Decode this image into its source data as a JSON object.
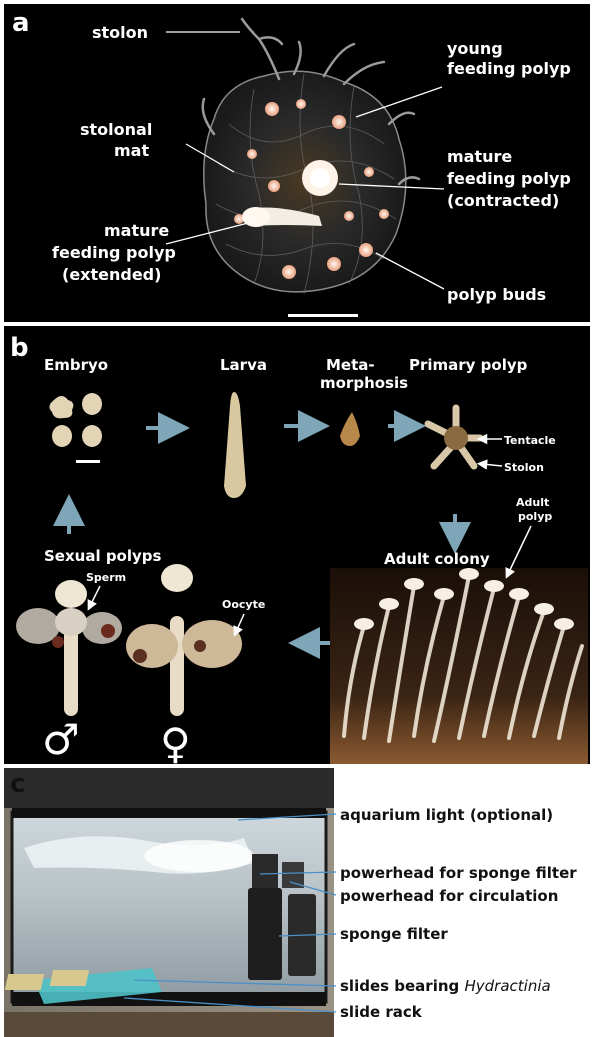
{
  "panel_a": {
    "letter": "a",
    "labels": {
      "stolon": "stolon",
      "young_1": "young",
      "young_2": "feeding polyp",
      "mat_1": "stolonal",
      "mat_2": "mat",
      "contracted_1": "mature",
      "contracted_2": "feeding polyp",
      "contracted_3": "(contracted)",
      "extended_1": "mature",
      "extended_2": "feeding polyp",
      "extended_3": "(extended)",
      "buds": "polyp buds"
    }
  },
  "panel_b": {
    "letter": "b",
    "stages": {
      "embryo": "Embryo",
      "larva": "Larva",
      "meta_1": "Meta-",
      "meta_2": "morphosis",
      "primary": "Primary polyp",
      "adult_colony": "Adult colony",
      "sexual": "Sexual polyps"
    },
    "annotations": {
      "tentacle": "Tentacle",
      "stolon": "Stolon",
      "adult_polyp_1": "Adult",
      "adult_polyp_2": "polyp",
      "sperm": "Sperm",
      "oocyte": "Oocyte"
    },
    "symbols": {
      "male": "♂",
      "female": "♀"
    }
  },
  "panel_c": {
    "letter": "c",
    "labels": {
      "light": "aquarium light (optional)",
      "powerhead_sponge": "powerhead for sponge filter",
      "powerhead_circ": "powerhead for circulation",
      "sponge": "sponge filter",
      "slides_prefix": "slides bearing ",
      "slides_species": "Hydractinia",
      "rack": "slide rack"
    }
  },
  "colors": {
    "background_dark": "#000000",
    "arrow_blue": "#7fa6b8",
    "leader_blue": "#4a90c8"
  }
}
